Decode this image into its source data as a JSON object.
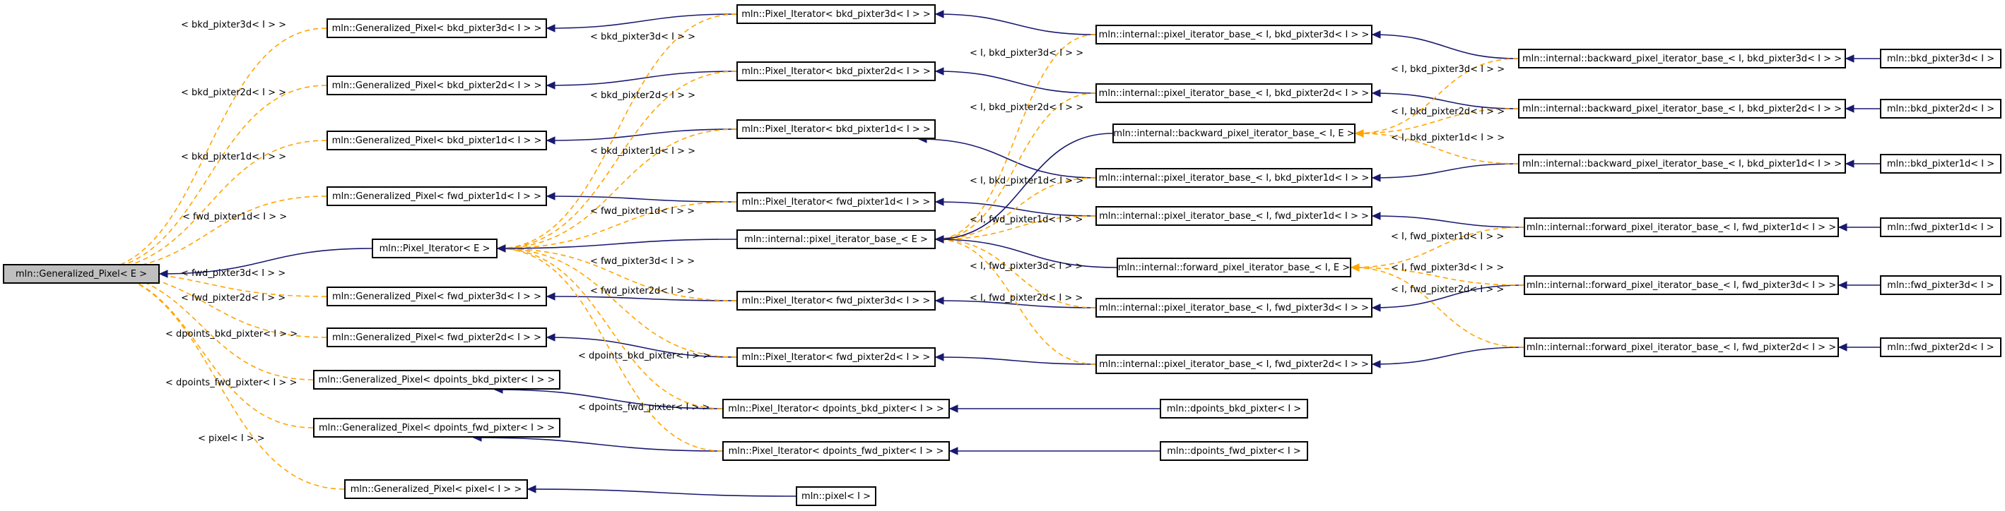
{
  "colors": {
    "inherit": "#191970",
    "template": "#ffa500",
    "border": "#000000",
    "root_fill": "#bfbfbf"
  },
  "nodes": {
    "root": "mln::Generalized_Pixel< E >",
    "gp_bkd3d": "mln::Generalized_Pixel< bkd_pixter3d< I > >",
    "gp_bkd2d": "mln::Generalized_Pixel< bkd_pixter2d< I > >",
    "gp_bkd1d": "mln::Generalized_Pixel< bkd_pixter1d< I > >",
    "gp_fwd1d": "mln::Generalized_Pixel< fwd_pixter1d< I > >",
    "gp_fwd3d": "mln::Generalized_Pixel< fwd_pixter3d< I > >",
    "gp_fwd2d": "mln::Generalized_Pixel< fwd_pixter2d< I > >",
    "gp_dbkd": "mln::Generalized_Pixel< dpoints_bkd_pixter< I > >",
    "gp_dfwd": "mln::Generalized_Pixel< dpoints_fwd_pixter< I > >",
    "gp_pixel": "mln::Generalized_Pixel< pixel< I > >",
    "pi_e": "mln::Pixel_Iterator< E >",
    "pi_bkd3d": "mln::Pixel_Iterator< bkd_pixter3d< I > >",
    "pi_bkd2d": "mln::Pixel_Iterator< bkd_pixter2d< I > >",
    "pi_bkd1d": "mln::Pixel_Iterator< bkd_pixter1d< I > >",
    "pi_fwd1d": "mln::Pixel_Iterator< fwd_pixter1d< I > >",
    "pi_fwd3d": "mln::Pixel_Iterator< fwd_pixter3d< I > >",
    "pi_fwd2d": "mln::Pixel_Iterator< fwd_pixter2d< I > >",
    "pi_dbkd": "mln::Pixel_Iterator< dpoints_bkd_pixter< I > >",
    "pi_dfwd": "mln::Pixel_Iterator< dpoints_fwd_pixter< I > >",
    "pib_e": "mln::internal::pixel_iterator_base_< E >",
    "pib_bkd3d": "mln::internal::pixel_iterator_base_< I, bkd_pixter3d< I > >",
    "pib_bkd2d": "mln::internal::pixel_iterator_base_< I, bkd_pixter2d< I > >",
    "pib_bkd1d": "mln::internal::pixel_iterator_base_< I, bkd_pixter1d< I > >",
    "pib_fwd1d": "mln::internal::pixel_iterator_base_< I, fwd_pixter1d< I > >",
    "pib_fwd3d": "mln::internal::pixel_iterator_base_< I, fwd_pixter3d< I > >",
    "pib_fwd2d": "mln::internal::pixel_iterator_base_< I, fwd_pixter2d< I > >",
    "bpib_ie": "mln::internal::backward_pixel_iterator_base_< I, E >",
    "fpib_ie": "mln::internal::forward_pixel_iterator_base_< I, E >",
    "bpib_bkd3d": "mln::internal::backward_pixel_iterator_base_< I, bkd_pixter3d< I > >",
    "bpib_bkd2d": "mln::internal::backward_pixel_iterator_base_< I, bkd_pixter2d< I > >",
    "bpib_bkd1d": "mln::internal::backward_pixel_iterator_base_< I, bkd_pixter1d< I > >",
    "fpib_fwd1d": "mln::internal::forward_pixel_iterator_base_< I, fwd_pixter1d< I > >",
    "fpib_fwd3d": "mln::internal::forward_pixel_iterator_base_< I, fwd_pixter3d< I > >",
    "fpib_fwd2d": "mln::internal::forward_pixel_iterator_base_< I, fwd_pixter2d< I > >",
    "bkd3d": "mln::bkd_pixter3d< I >",
    "bkd2d": "mln::bkd_pixter2d< I >",
    "bkd1d": "mln::bkd_pixter1d< I >",
    "fwd1d": "mln::fwd_pixter1d< I >",
    "fwd3d": "mln::fwd_pixter3d< I >",
    "fwd2d": "mln::fwd_pixter2d< I >",
    "dbkd": "mln::dpoints_bkd_pixter< I >",
    "dfwd": "mln::dpoints_fwd_pixter< I >",
    "pixel": "mln::pixel< I >"
  },
  "edge_labels": {
    "r_bkd3d": "< bkd_pixter3d< I > >",
    "r_bkd2d": "< bkd_pixter2d< I > >",
    "r_bkd1d": "< bkd_pixter1d< I > >",
    "r_fwd1d": "< fwd_pixter1d< I > >",
    "r_fwd3d": "< fwd_pixter3d< I > >",
    "r_fwd2d": "< fwd_pixter2d< I > >",
    "r_dbkd": "< dpoints_bkd_pixter< I > >",
    "r_dfwd": "< dpoints_fwd_pixter< I > >",
    "r_pixel": "< pixel< I > >",
    "p_bkd3d": "< bkd_pixter3d< I > >",
    "p_bkd2d": "< bkd_pixter2d< I > >",
    "p_bkd1d": "< bkd_pixter1d< I > >",
    "p_fwd1d": "< fwd_pixter1d< I > >",
    "p_fwd3d": "< fwd_pixter3d< I > >",
    "p_fwd2d": "< fwd_pixter2d< I > >",
    "p_dbkd": "< dpoints_bkd_pixter< I > >",
    "p_dfwd": "< dpoints_fwd_pixter< I > >",
    "b_bkd3d": "< I, bkd_pixter3d< I > >",
    "b_bkd2d": "< I, bkd_pixter2d< I > >",
    "b_bkd1d": "< I, bkd_pixter1d< I > >",
    "b_fwd1d": "< I, fwd_pixter1d< I > >",
    "b_fwd3d": "< I, fwd_pixter3d< I > >",
    "b_fwd2d": "< I, fwd_pixter2d< I > >",
    "bb_bkd3d": "< I, bkd_pixter3d< I > >",
    "bb_bkd2d": "< I, bkd_pixter2d< I > >",
    "bb_bkd1d": "< I, bkd_pixter1d< I > >",
    "fb_fwd1d": "< I, fwd_pixter1d< I > >",
    "fb_fwd3d": "< I, fwd_pixter3d< I > >",
    "fb_fwd2d": "< I, fwd_pixter2d< I > >"
  }
}
